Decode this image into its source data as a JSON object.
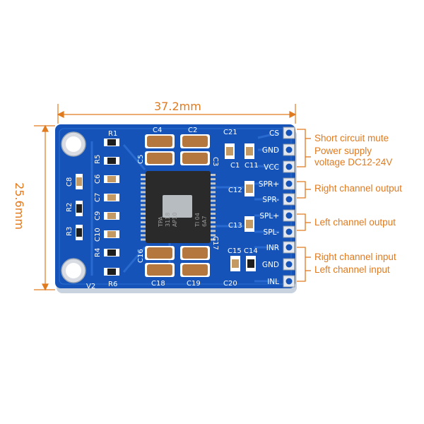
{
  "dimensions": {
    "width_label": "37.2mm",
    "height_label": "25.6mm"
  },
  "pin_labels": [
    "CS",
    "GND",
    "VCC",
    "SPR+",
    "SPR-",
    "SPL+",
    "SPL-",
    "INR",
    "GND",
    "INL"
  ],
  "annotations": {
    "short_circuit_mute": "Short circuit mute",
    "power_supply_1": "Power supply",
    "power_supply_2": "voltage DC12-24V",
    "right_channel_output": "Right channel output",
    "left_channel_output": "Left channel output",
    "right_channel_input": "Right channel input",
    "left_channel_input": "Left channel input"
  },
  "silkscreen": {
    "R1": "R1",
    "R5": "R5",
    "C6": "C6",
    "C7": "C7",
    "C9": "C9",
    "C10": "C10",
    "R4": "R4",
    "R6": "R6",
    "C8": "C8",
    "R2": "R2",
    "R3": "R3",
    "V2": "V2",
    "C4": "C4",
    "C2": "C2",
    "C21": "C21",
    "C5": "C5",
    "C3": "C3",
    "C1": "C1",
    "C11": "C11",
    "C12": "C12",
    "C13": "C13",
    "C15": "C15",
    "C14": "C14",
    "C16": "C16",
    "C17": "C17",
    "C18": "C18",
    "C19": "C19",
    "C20": "C20"
  },
  "chip_marking": [
    "TPA",
    "3118",
    "AP10",
    "TI 04",
    "6A7"
  ],
  "colors": {
    "pcb": "#1553b8",
    "annotation": "#e07a1f",
    "capacitor": "#b4773e",
    "chip": "#2a2a2a"
  }
}
